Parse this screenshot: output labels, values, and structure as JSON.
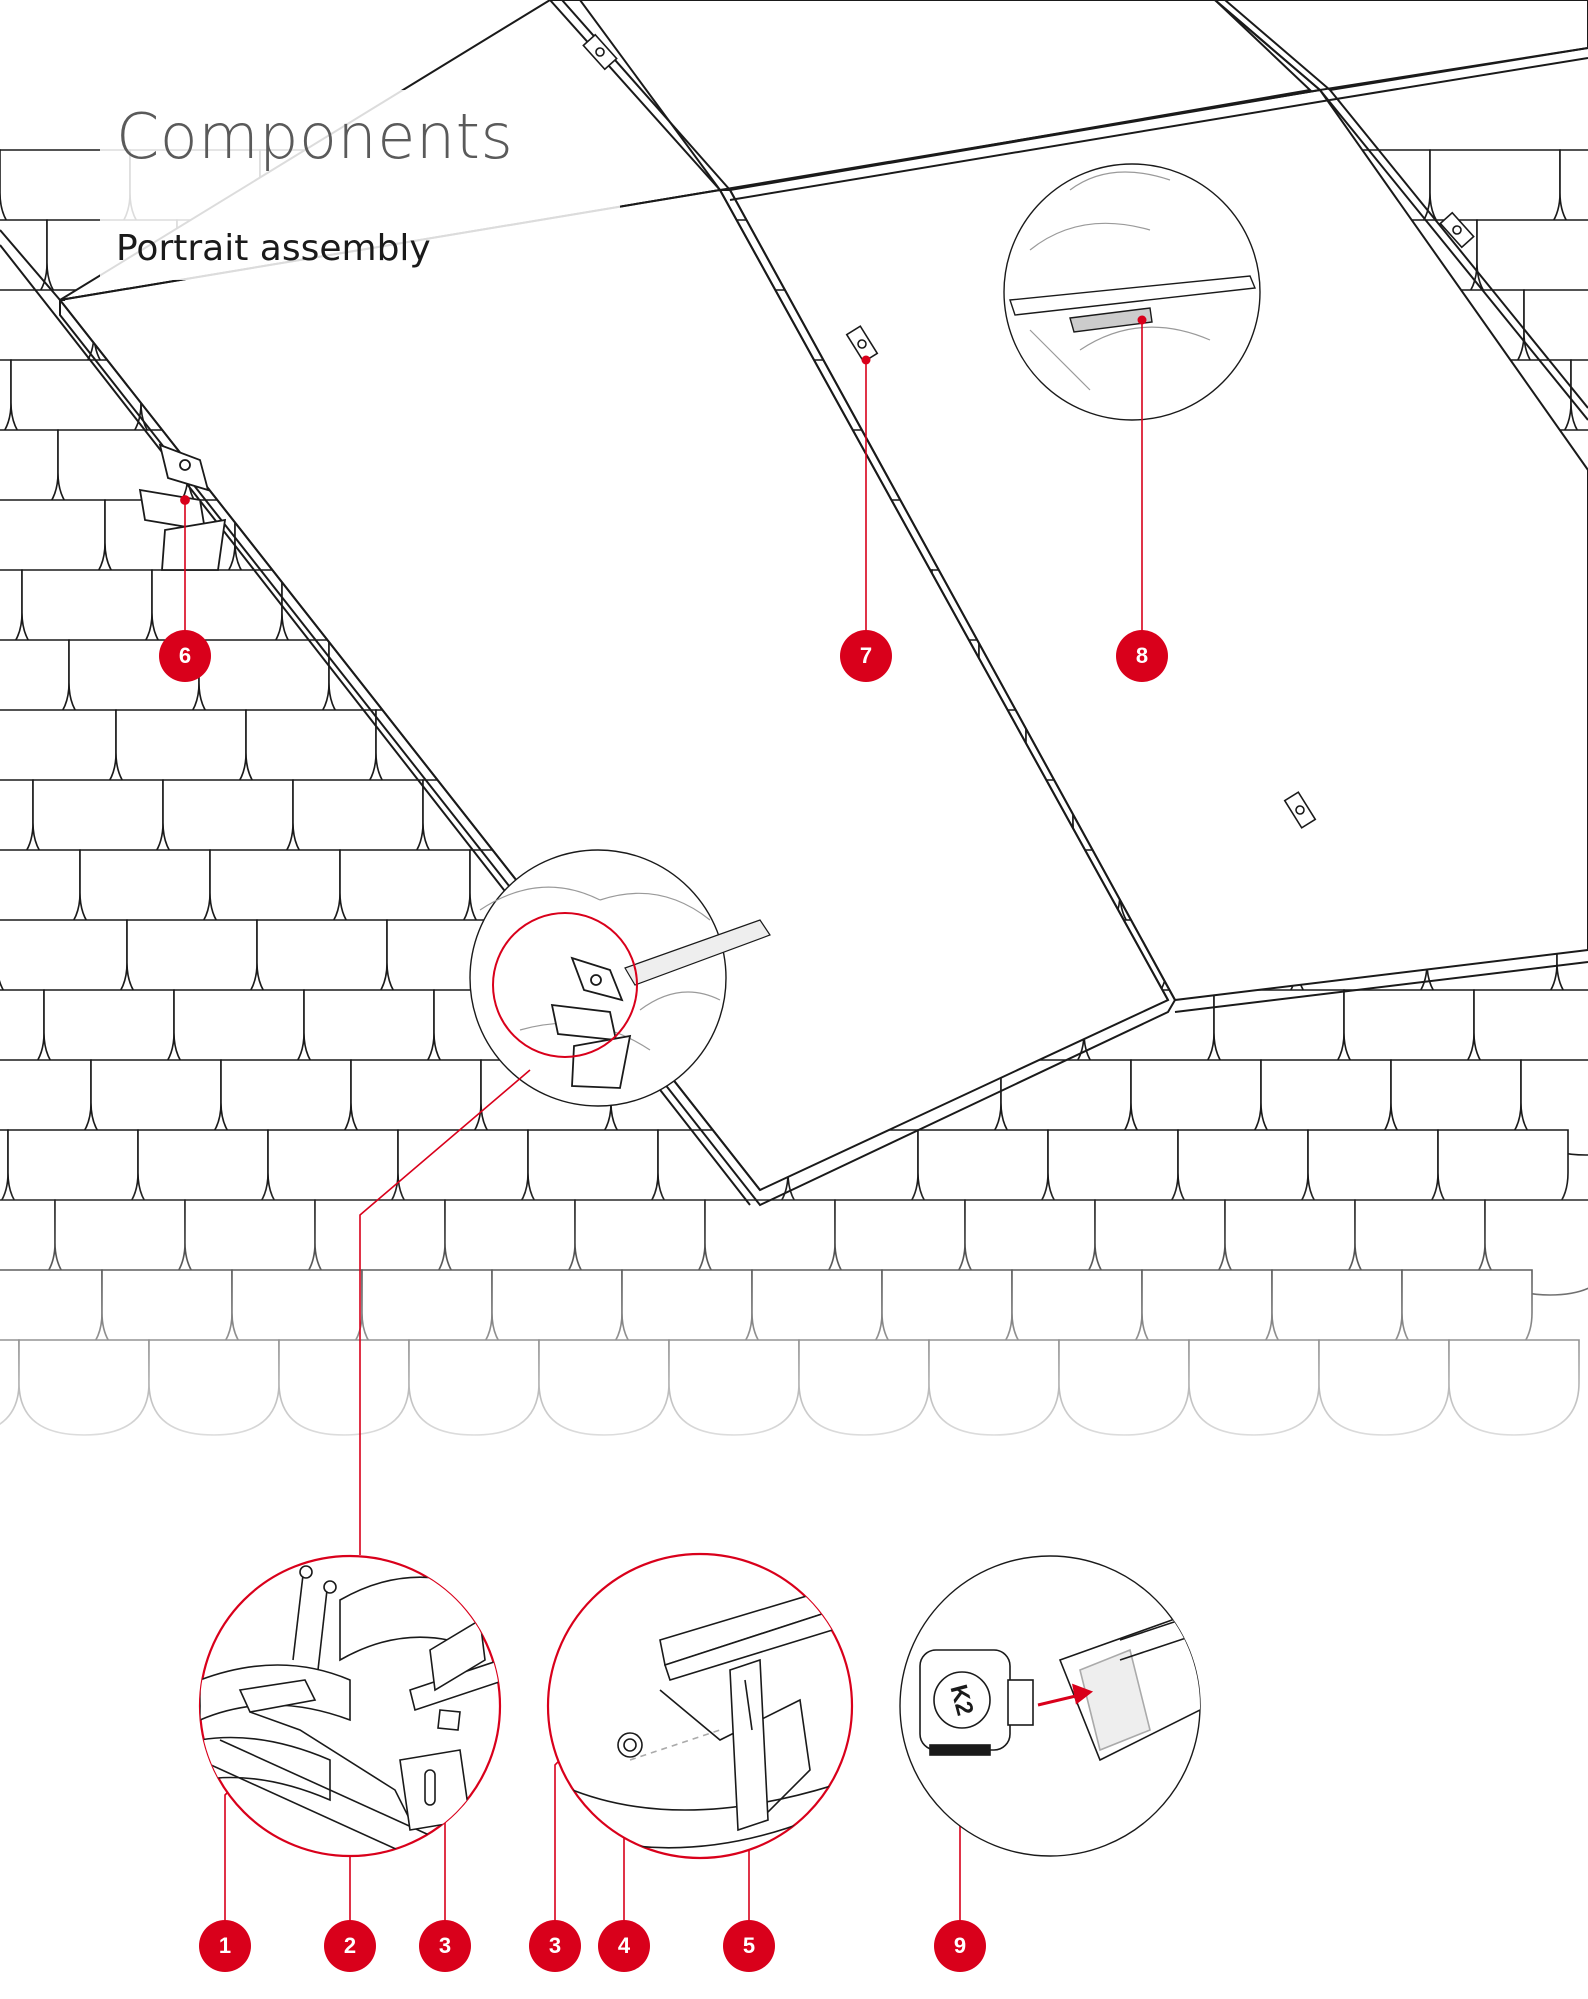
{
  "header": {
    "title": "Components",
    "subtitle": "Portrait assembly"
  },
  "colors": {
    "accent": "#d9001b",
    "line": "#1a1a1a",
    "title": "#5a5a5a"
  },
  "callouts": [
    {
      "id": "c6",
      "label": "6"
    },
    {
      "id": "c7",
      "label": "7"
    },
    {
      "id": "c8",
      "label": "8"
    },
    {
      "id": "d1",
      "label": "1"
    },
    {
      "id": "d2",
      "label": "2"
    },
    {
      "id": "d3a",
      "label": "3"
    },
    {
      "id": "d3b",
      "label": "3"
    },
    {
      "id": "d4",
      "label": "4"
    },
    {
      "id": "d5",
      "label": "5"
    },
    {
      "id": "d9",
      "label": "9"
    }
  ],
  "icons": {
    "end_cap_logo": "K2"
  }
}
